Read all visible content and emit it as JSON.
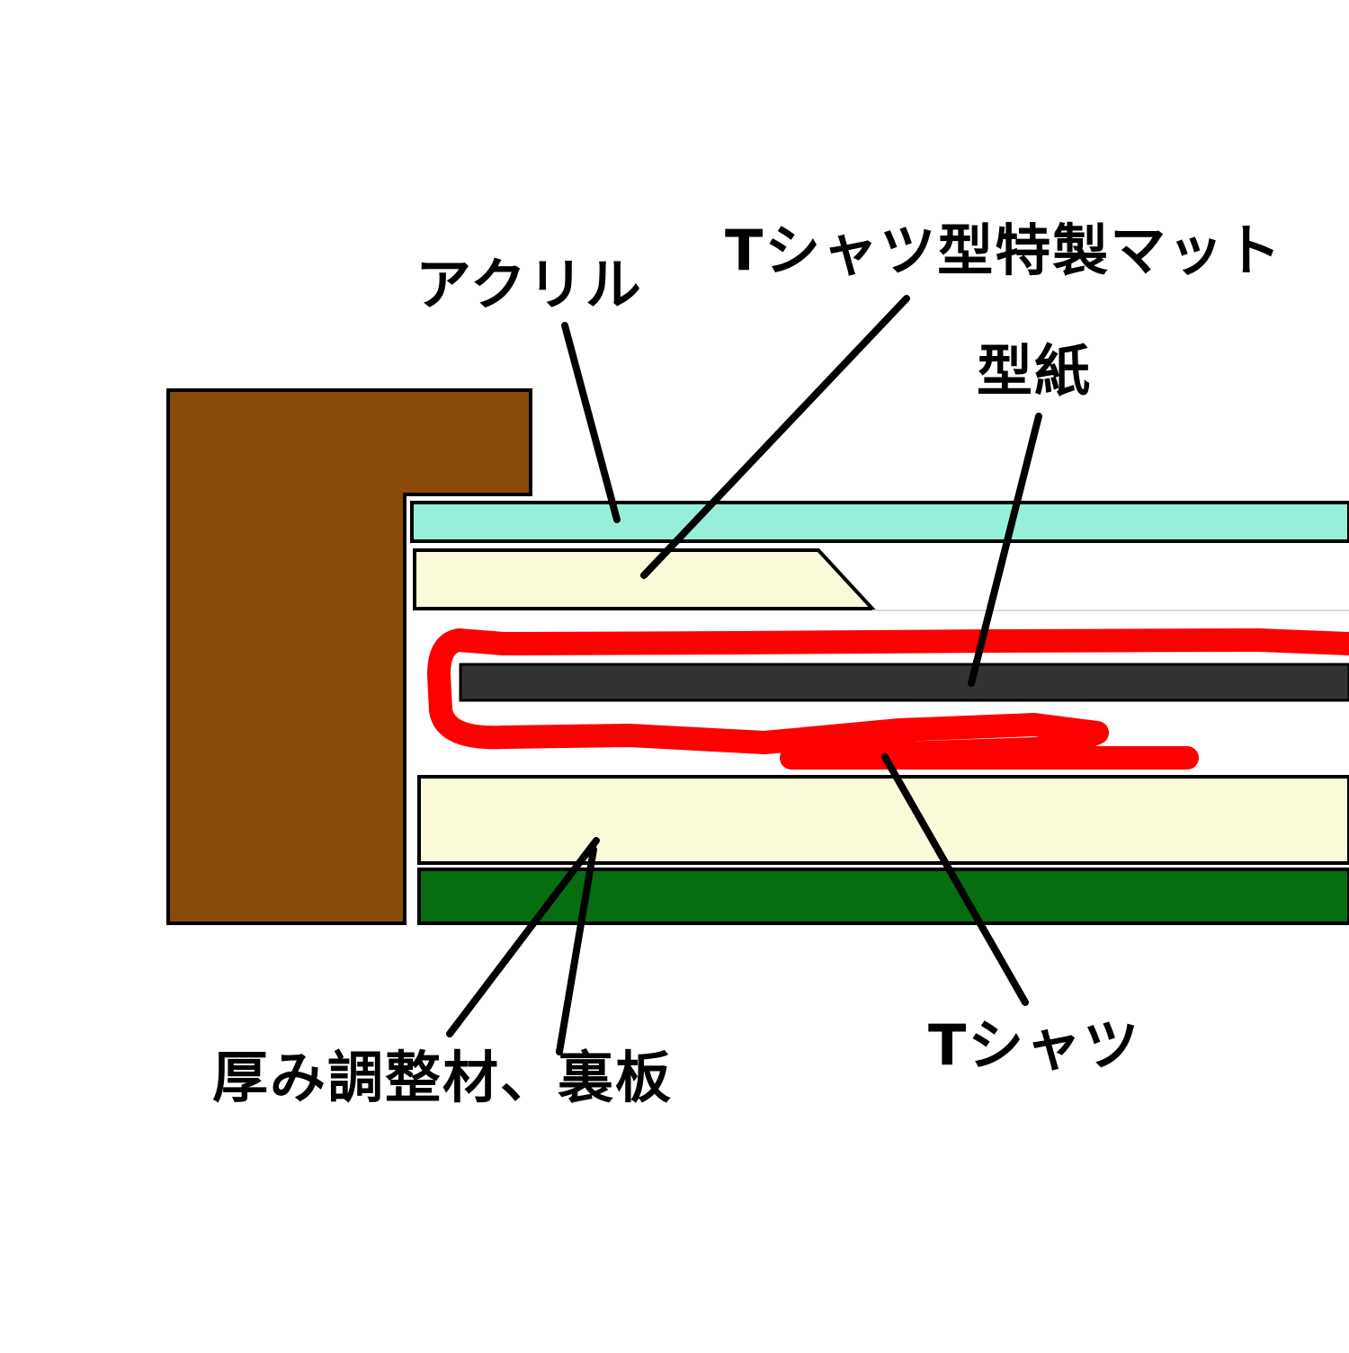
{
  "labels": {
    "acrylic": "アクリル",
    "mat": "Tシャツ型特製マット",
    "pattern_paper": "型紙",
    "tshirt": "Tシャツ",
    "backing": "厚み調整材、裏板"
  },
  "colors": {
    "frame": "#8A4A0A",
    "acrylic": "#98EFD9",
    "mat": "#FAF9D8",
    "pattern_paper": "#333333",
    "tshirt_outline": "#FF0000",
    "spacer": "#FAF9D8",
    "back_board": "#066D11",
    "outline": "#000000"
  }
}
